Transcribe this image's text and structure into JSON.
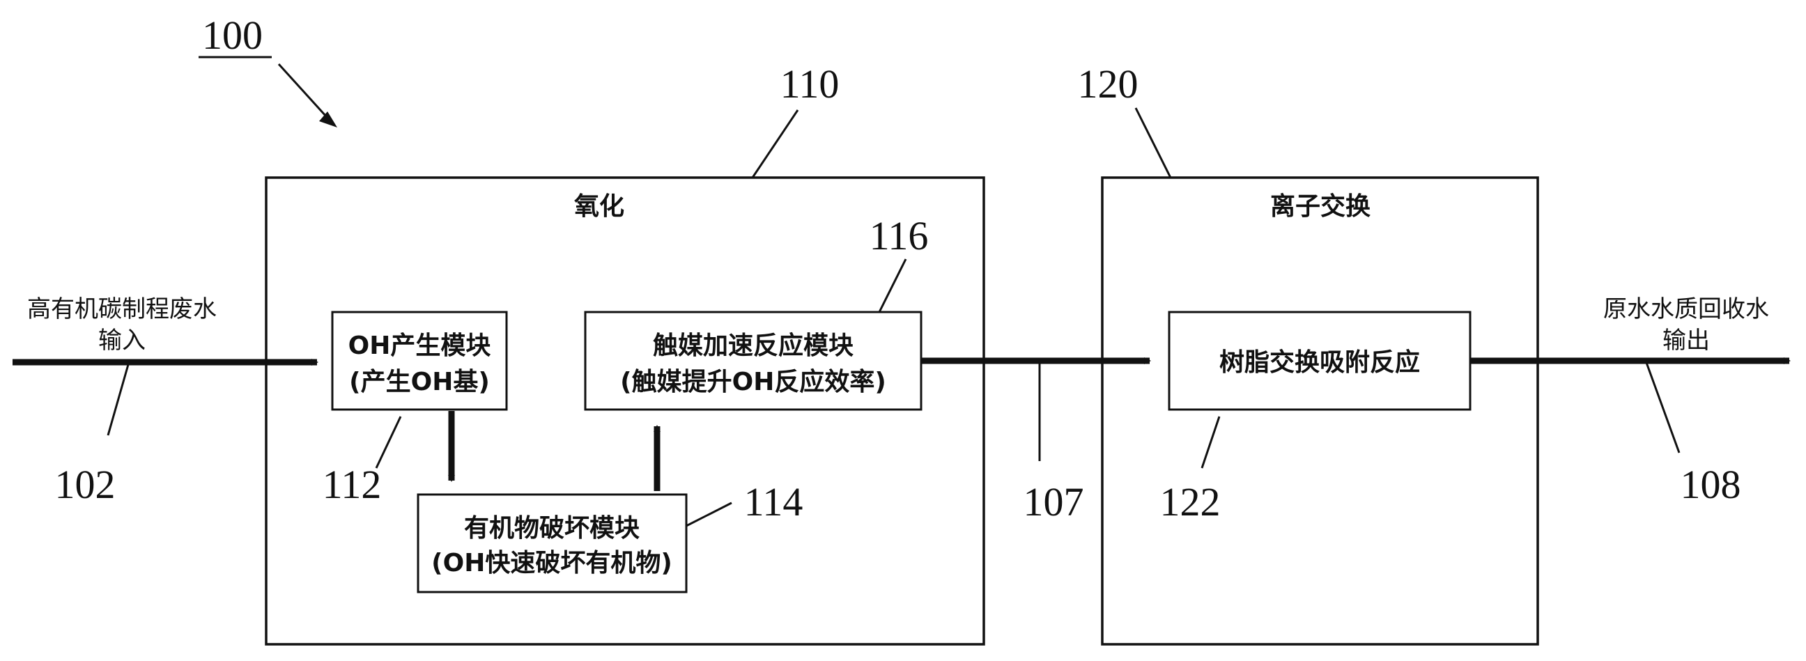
{
  "refs": {
    "system": "100",
    "oxidation": "110",
    "ion_exchange": "120",
    "input": "102",
    "oh_module": "112",
    "organic_module": "114",
    "catalyst_module": "116",
    "intermediate": "107",
    "resin": "122",
    "output": "108"
  },
  "input": {
    "line1": "高有机碳制程废水",
    "line2": "输入"
  },
  "output": {
    "line1": "原水水质回收水",
    "line2": "输出"
  },
  "oxidation": {
    "title": "氧化",
    "oh_module": {
      "line1": "OH产生模块",
      "line2": "(产生OH基)"
    },
    "organic_module": {
      "line1": "有机物破坏模块",
      "line2": "(OH快速破坏有机物)"
    },
    "catalyst_module": {
      "line1": "触媒加速反应模块",
      "line2": "(触媒提升OH反应效率)"
    }
  },
  "ion_exchange": {
    "title": "离子交换",
    "resin": {
      "label": "树脂交换吸附反应"
    }
  }
}
